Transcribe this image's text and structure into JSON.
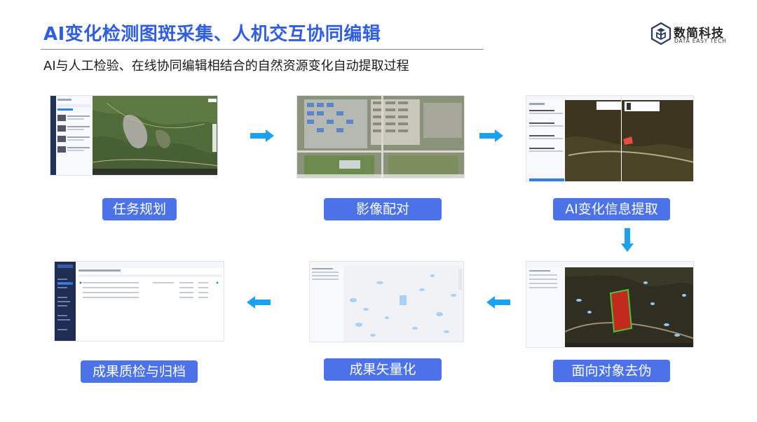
{
  "header": {
    "title": "AI变化检测图斑采集、人机交互协同编辑",
    "subtitle": "AI与人工检验、在线协同编辑相结合的自然资源变化自动提取过程"
  },
  "logo": {
    "name": "数简科技",
    "english": "DATA EASY TECH"
  },
  "steps": [
    {
      "label": "任务规划"
    },
    {
      "label": "影像配对"
    },
    {
      "label": "AI变化信息提取"
    },
    {
      "label": "面向对象去伪"
    },
    {
      "label": "成果矢量化"
    },
    {
      "label": "成果质检与归档"
    }
  ],
  "colors": {
    "accent": "#2f5fe0",
    "label_bg": "#4b72e8",
    "arrow": "#1ea0f0",
    "sidebar": "#22335a"
  }
}
